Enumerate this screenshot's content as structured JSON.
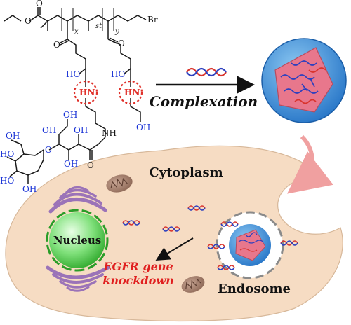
{
  "chemistry": {
    "subscript_st": "st",
    "subscript_x": "x",
    "subscript_y": "y",
    "bromine": "Br",
    "amine_left": "HN",
    "amine_right": "HN",
    "amide_nh": "NH",
    "oh_left": "HO",
    "oh_right": "HO",
    "oh_end": "OH",
    "carbonyl_o": "O",
    "sugar_labels": [
      "OH",
      "OH",
      "OH",
      "OH",
      "OH",
      "HO",
      "HO",
      "OH",
      "O",
      "O",
      "O",
      "O"
    ]
  },
  "process_label": "Complexation",
  "cell": {
    "region_label": "Cytoplasm",
    "nucleus_label": "Nucleus",
    "endosome_label": "Endosome",
    "result_line1": "EGFR gene",
    "result_line2": "knockdown"
  },
  "colors": {
    "structure_black": "#1a1a1a",
    "structure_blue": "#1a33d6",
    "amine_red": "#e0302a",
    "result_red": "#e01f1f",
    "cell_fill": "#f6dcc3",
    "nanoparticle_blue": "#2f86d6",
    "nanoparticle_core": "#e8778c",
    "nucleus_green": "#62d65c",
    "golgi_purple": "#9b73b8",
    "dna_red": "#d9332c",
    "dna_blue": "#2b3fbf"
  },
  "icons": [
    "dna-duplex-icon",
    "nanoparticle-icon",
    "mitochondrion-icon",
    "golgi-icon",
    "nucleus-icon",
    "endosome-icon",
    "arrow-icon"
  ]
}
